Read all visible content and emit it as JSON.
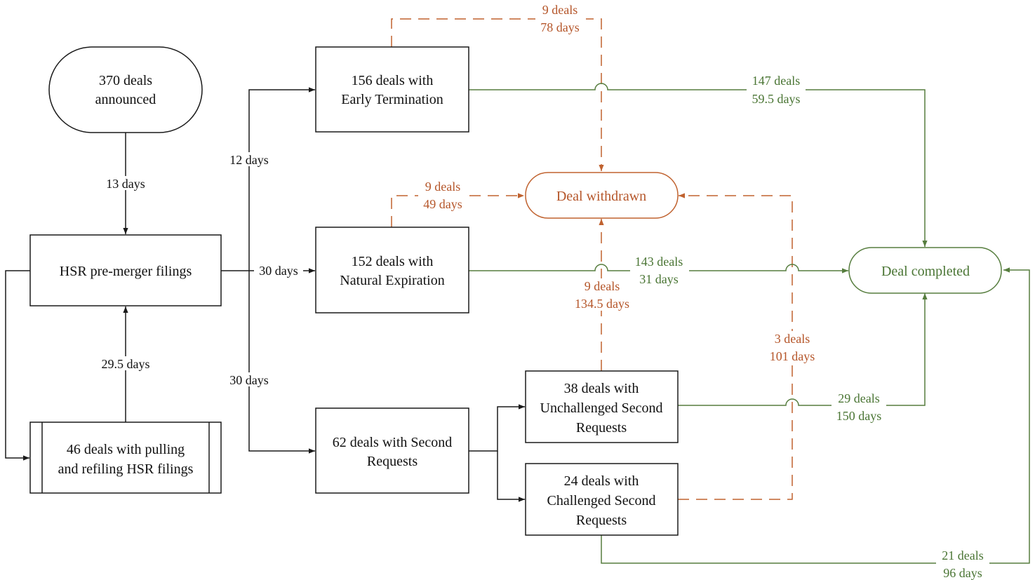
{
  "colors": {
    "neutral": "#1a1a1a",
    "withdrawn": "#c0622f",
    "completed": "#567d3e"
  },
  "nodes": {
    "announced": [
      "370 deals",
      "announced"
    ],
    "hsr_filings": [
      "HSR pre-merger filings"
    ],
    "refiling": [
      "46 deals with pulling",
      "and refiling HSR filings"
    ],
    "early_termination": [
      "156 deals with",
      "Early Termination"
    ],
    "natural_expiration": [
      "152 deals with",
      "Natural Expiration"
    ],
    "second_requests": [
      "62 deals with Second",
      "Requests"
    ],
    "unchallenged": [
      "38 deals with",
      "Unchallenged Second",
      "Requests"
    ],
    "challenged": [
      "24 deals with",
      "Challenged Second",
      "Requests"
    ],
    "withdrawn": [
      "Deal withdrawn"
    ],
    "completed": [
      "Deal completed"
    ]
  },
  "edges": {
    "announced_to_hsr": [
      "13 days"
    ],
    "refiling_to_hsr": [
      "29.5 days"
    ],
    "hsr_to_early": [
      "12 days"
    ],
    "hsr_to_natural": [
      "30 days"
    ],
    "hsr_to_second": [
      "30 days"
    ],
    "early_to_withdrawn": [
      "9 deals",
      "78 days"
    ],
    "natural_to_withdrawn": [
      "9 deals",
      "49 days"
    ],
    "unchallenged_to_withdrawn": [
      "9 deals",
      "134.5 days"
    ],
    "challenged_to_withdrawn": [
      "3 deals",
      "101 days"
    ],
    "early_to_completed": [
      "147 deals",
      "59.5 days"
    ],
    "natural_to_completed": [
      "143 deals",
      "31 days"
    ],
    "unchallenged_to_completed": [
      "29 deals",
      "150 days"
    ],
    "challenged_to_completed": [
      "21 deals",
      "96 days"
    ]
  }
}
